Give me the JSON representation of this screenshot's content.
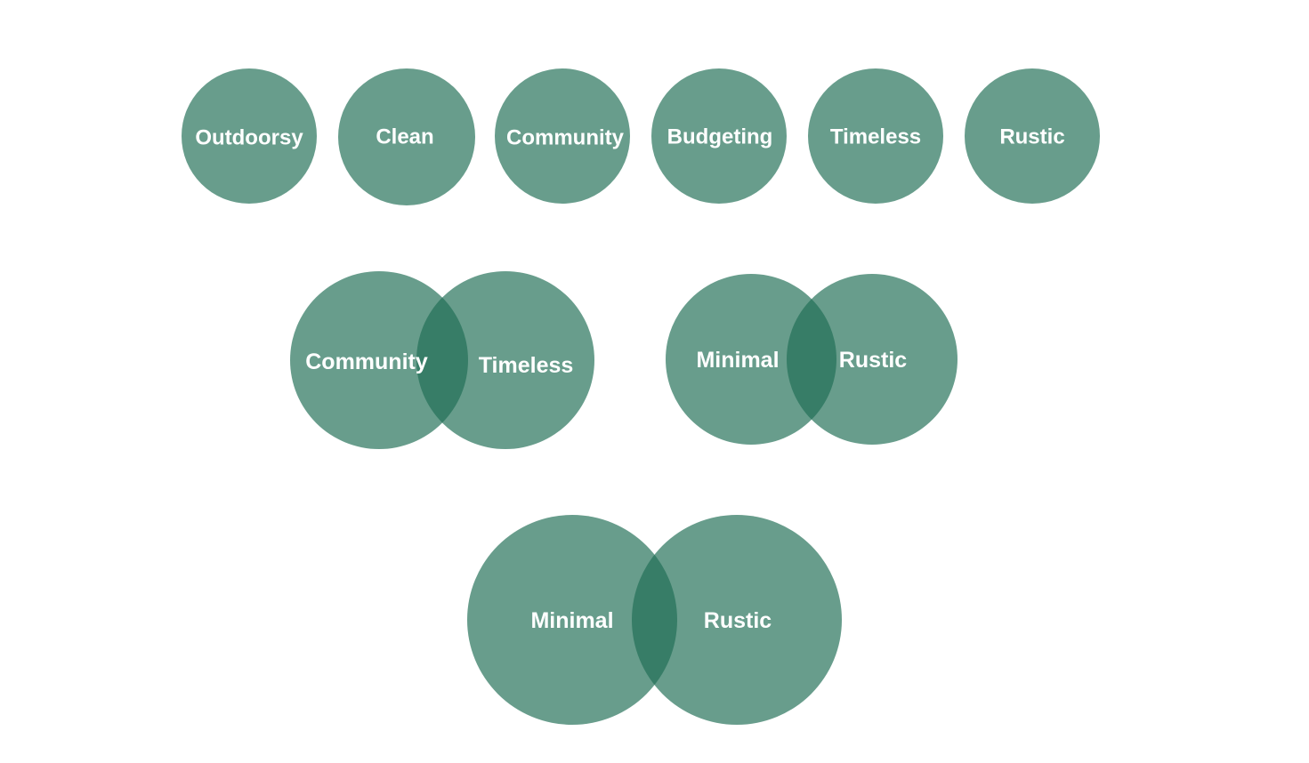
{
  "colors": {
    "circle_fill": "#216f56",
    "circle_opacity": 0.68,
    "label_color": "#ffffff",
    "background": "#ffffff"
  },
  "row1": {
    "circles": [
      {
        "label": "Outdoorsy"
      },
      {
        "label": "Clean"
      },
      {
        "label": "Community"
      },
      {
        "label": "Budgeting"
      },
      {
        "label": "Timeless"
      },
      {
        "label": "Rustic"
      }
    ]
  },
  "row2": {
    "pairs": [
      {
        "left": "Community",
        "right": "Timeless"
      },
      {
        "left": "Minimal",
        "right": "Rustic"
      }
    ]
  },
  "row3": {
    "pair": {
      "left": "Minimal",
      "right": "Rustic"
    }
  }
}
